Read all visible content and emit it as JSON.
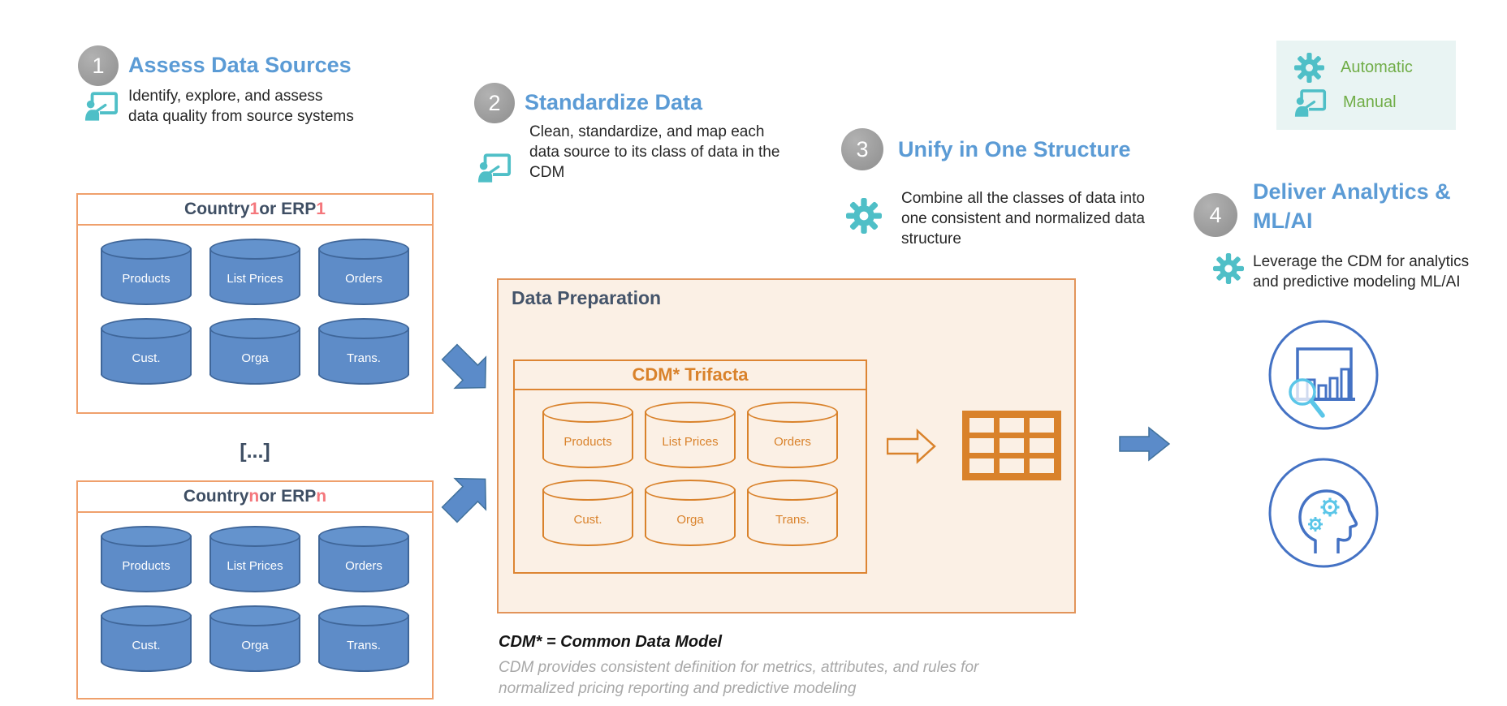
{
  "steps": [
    {
      "num": "1",
      "title": "Assess Data Sources",
      "desc": "Identify, explore, and assess data quality from source systems",
      "mode": "manual"
    },
    {
      "num": "2",
      "title": "Standardize Data",
      "desc": "Clean, standardize, and map each data source to its class of data in the CDM",
      "mode": "manual"
    },
    {
      "num": "3",
      "title": "Unify in One Structure",
      "desc": "Combine all the classes of data into one consistent and normalized data structure",
      "mode": "automatic"
    },
    {
      "num": "4",
      "title": "Deliver Analytics & ML/AI",
      "desc": "Leverage the CDM for analytics and predictive modeling ML/AI",
      "mode": "automatic"
    }
  ],
  "cylinders": [
    "Products",
    "List Prices",
    "Orders",
    "Cust.",
    "Orga",
    "Trans."
  ],
  "source_boxes": {
    "box1": {
      "part1": "Country ",
      "var1": "1",
      "part2": " or ERP ",
      "var2": "1"
    },
    "boxn": {
      "part1": "Country ",
      "var1": "n",
      "part2": " or ERP ",
      "var2": "n"
    },
    "ellipsis": "[...]"
  },
  "data_preparation": {
    "title": "Data Preparation",
    "inner_title": "CDM* Trifacta",
    "cylinders": [
      "Products",
      "List Prices",
      "Orders",
      "Cust.",
      "Orga",
      "Trans."
    ]
  },
  "legend": {
    "items": [
      {
        "icon": "gear-icon",
        "label": "Automatic"
      },
      {
        "icon": "manual-presenter-icon",
        "label": "Manual"
      }
    ]
  },
  "footnote": {
    "heading": "CDM* = Common Data Model",
    "body": "CDM provides consistent definition for metrics, attributes, and rules for normalized pricing reporting and predictive modeling"
  },
  "icons": {
    "right_flow": [
      "hollow-orange-arrow",
      "table-grid-icon",
      "solid-blue-arrow",
      "analytics-magnifier-chart-icon",
      "head-gears-ml-icon"
    ],
    "source_flow": [
      "diagonal-arrow-down-right",
      "diagonal-arrow-up-right"
    ]
  },
  "colors": {
    "step_title_blue": "#5B9BD5",
    "cylinder_blue": "#5E8CC8",
    "cylinder_blue_stroke": "#3F6699",
    "orange": "#D9822B",
    "box_border_orange": "#EFA06C",
    "dp_background": "#FBF0E5",
    "teal": "#4FBFC7",
    "legend_green": "#70AD47",
    "legend_background": "#E9F4F3",
    "navy": "#3E4E63",
    "red_variable": "#F4777C",
    "circle_gray": "#9B9B9B",
    "footnote_gray": "#A8A8A8"
  }
}
